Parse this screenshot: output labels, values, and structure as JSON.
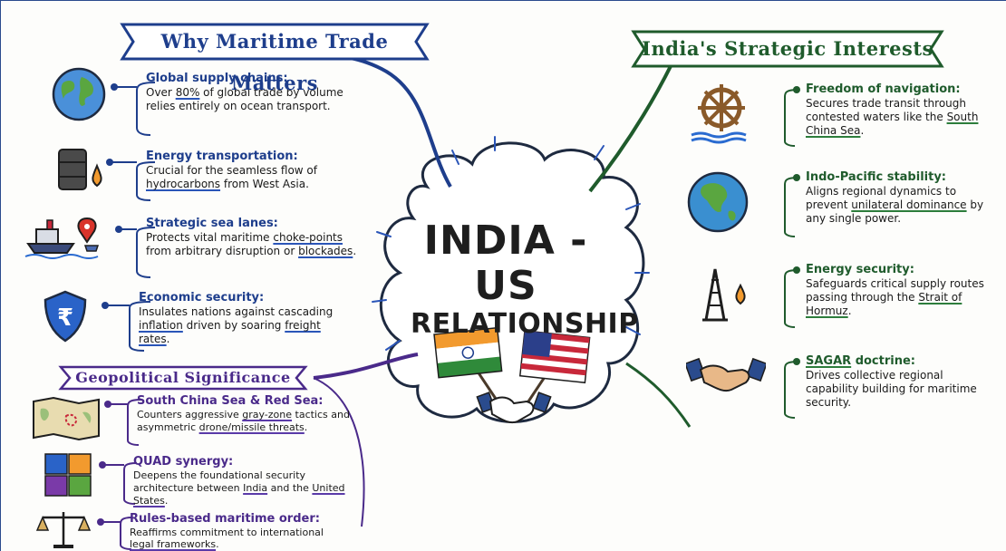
{
  "center": {
    "line1": "INDIA - US",
    "line2": "RELATIONSHIP"
  },
  "sections": {
    "why": {
      "heading": "Why Maritime Trade Matters",
      "items": [
        {
          "title": "Global supply chains:",
          "desc_pre": "Over ",
          "desc_hl": "80%",
          "desc_post": " of global trade by volume relies entirely on ocean transport."
        },
        {
          "title": "Energy transportation:",
          "desc_pre": "Crucial for the seamless flow of ",
          "desc_hl": "hydrocarbons",
          "desc_post": " from West Asia."
        },
        {
          "title": "Strategic sea lanes:",
          "desc_pre": "Protects vital maritime ",
          "desc_hl": "choke-points",
          "desc_mid": " from arbitrary disruption or ",
          "desc_hl2": "blockades",
          "desc_post": "."
        },
        {
          "title": "Economic security:",
          "desc_pre": "Insulates nations against cascading ",
          "desc_hl": "inflation",
          "desc_mid": " driven by soaring ",
          "desc_hl2": "freight rates",
          "desc_post": "."
        }
      ]
    },
    "geo": {
      "heading": "Geopolitical Significance",
      "items": [
        {
          "title": "South China Sea & Red Sea:",
          "desc_pre": "Counters aggressive ",
          "desc_hl": "gray-zone",
          "desc_mid": " tactics and asymmetric ",
          "desc_hl2": "drone/missile threats",
          "desc_post": "."
        },
        {
          "title": "QUAD synergy:",
          "desc_pre": "Deepens the foundational security architecture between ",
          "desc_hl": "India",
          "desc_mid": " and the ",
          "desc_hl2": "United States",
          "desc_post": "."
        },
        {
          "title": "Rules-based maritime order:",
          "desc_pre": "Reaffirms commitment to international ",
          "desc_hl": "legal frameworks",
          "desc_post": "."
        }
      ]
    },
    "india": {
      "heading": "India's Strategic Interests",
      "items": [
        {
          "title": "Freedom of navigation:",
          "desc_pre": "Secures trade transit through contested waters like the ",
          "desc_hl": "South China Sea",
          "desc_post": "."
        },
        {
          "title": "Indo-Pacific stability:",
          "desc_pre": "Aligns regional dynamics to prevent ",
          "desc_hl": "unilateral dominance",
          "desc_post": " by any single power."
        },
        {
          "title": "Energy security:",
          "desc_pre": "Safeguards critical supply routes passing through the ",
          "desc_hl": "Strait of Hormuz",
          "desc_post": "."
        },
        {
          "title": "SAGAR doctrine:",
          "title_hl": "SAGAR",
          "title_rest": " doctrine:",
          "desc_pre": "Drives collective regional capability building for maritime security.",
          "desc_hl": "",
          "desc_post": ""
        }
      ]
    }
  },
  "icons": [
    "globe-icon",
    "oil-barrel-icon",
    "ship-pin-icon",
    "rupee-shield-icon",
    "map-icon",
    "puzzle-icon",
    "scales-icon",
    "ship-wheel-icon",
    "globe-asia-icon",
    "oil-rig-icon",
    "handshake-icon",
    "flags-handshake-icon"
  ],
  "colors": {
    "blue": "#1e3e8c",
    "green": "#1f5b2c",
    "purple": "#4a2a8a",
    "saffron": "#f29a2e",
    "india_green": "#2f8a3a",
    "us_red": "#c8283a",
    "us_blue": "#2b3f8a"
  }
}
